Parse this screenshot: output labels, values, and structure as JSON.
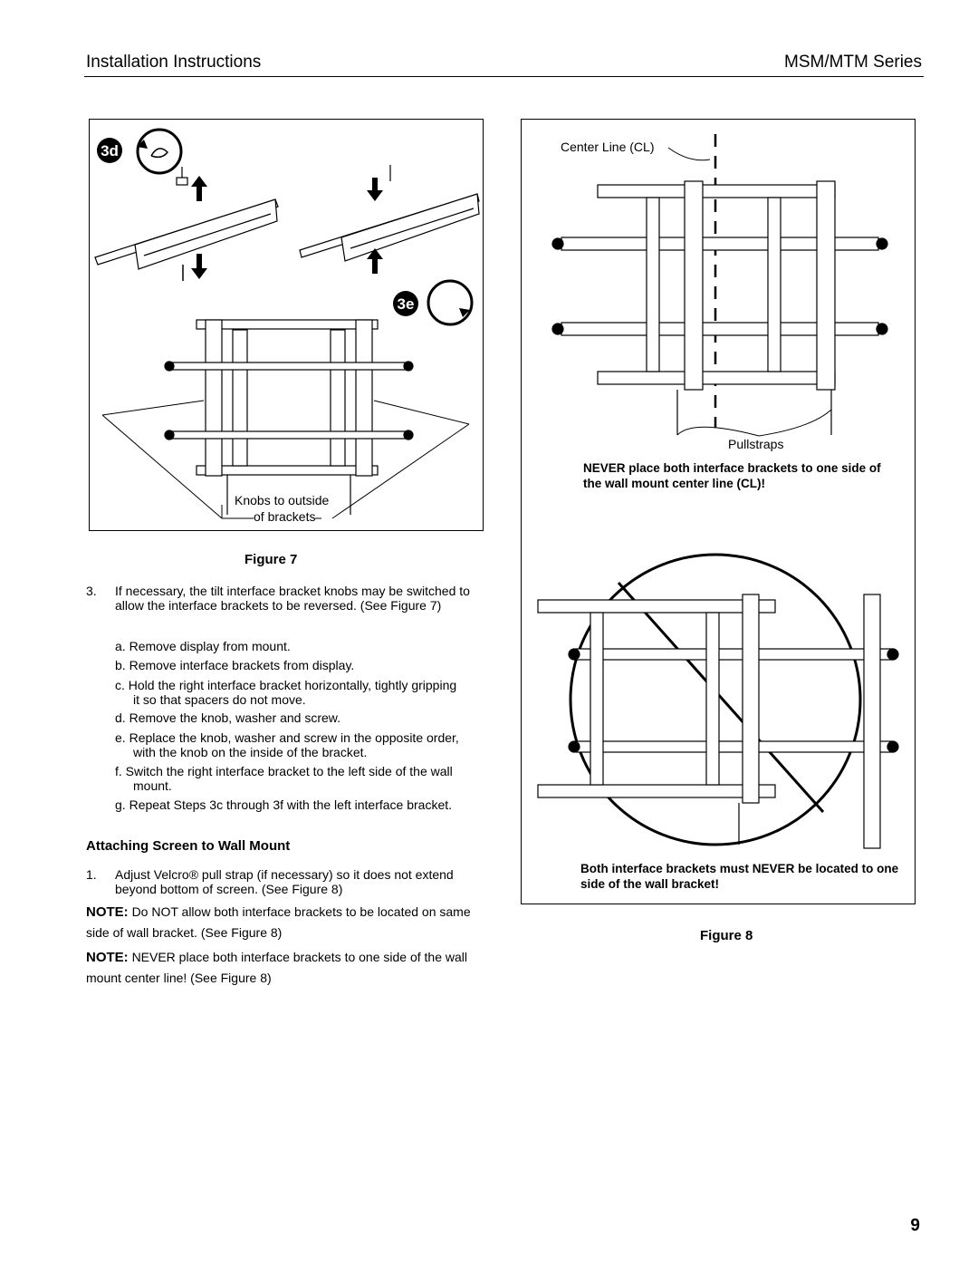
{
  "header": {
    "left": "Installation Instructions",
    "right": "MSM/MTM Series"
  },
  "figure7": {
    "step_3d": "3d",
    "step_3e": "3e",
    "callout_line1": "Knobs to outside",
    "callout_line2": "of brackets",
    "caption": "Figure 7"
  },
  "figure8": {
    "center_line_label": "Center Line (CL)",
    "pullstraps_label": "Pullstraps",
    "warning_top": "NEVER place both interface brackets to one side of the wall mount center line (CL)!",
    "warning_bottom": "Both interface brackets must NEVER be located to one side of the wall bracket!",
    "caption": "Figure 8"
  },
  "step3": {
    "number": "3.",
    "text": "If necessary, the tilt interface bracket knobs may be switched to allow the interface brackets to be reversed. (See Figure 7)",
    "substeps": [
      {
        "letter": "a.",
        "text": "Remove display from mount."
      },
      {
        "letter": "b.",
        "text": "Remove interface brackets from display."
      },
      {
        "letter": "c.",
        "text": "Hold the right interface bracket horizontally, tightly gripping it so that spacers do not move."
      },
      {
        "letter": "d.",
        "text": "Remove the knob, washer and screw."
      },
      {
        "letter": "e.",
        "text": "Replace the knob, washer and screw in the opposite order, with the knob on the inside of the bracket."
      },
      {
        "letter": "f.",
        "text": "Switch the right interface bracket to the left side of the wall mount."
      },
      {
        "letter": "g.",
        "text": "Repeat Steps 3c through 3f with the left interface bracket."
      }
    ]
  },
  "section": {
    "heading": "Attaching Screen to Wall Mount",
    "step1_number": "1.",
    "step1_text": "Adjust Velcro® pull strap (if necessary) so it does not extend beyond bottom of screen. (See Figure 8)",
    "notes": [
      {
        "label": "NOTE:",
        "text": "Do NOT allow both interface brackets to be located on same side of wall bracket. (See Figure 8)"
      },
      {
        "label": "NOTE:",
        "text": "NEVER place both interface brackets to one side of the wall mount center line! (See Figure 8)"
      }
    ]
  },
  "page_number": "9"
}
